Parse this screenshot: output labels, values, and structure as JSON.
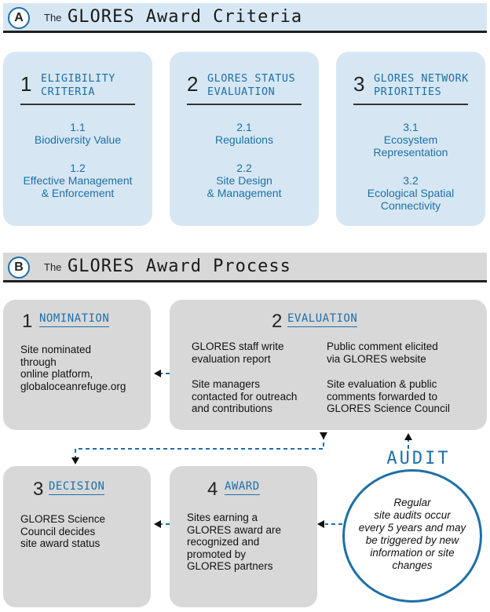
{
  "section_a": {
    "badge": "A",
    "prefix": "The",
    "title": "GLORES Award Criteria"
  },
  "criteria": [
    {
      "number": "1",
      "title_line1": "ELIGIBILITY",
      "title_line2": "CRITERIA",
      "items": [
        {
          "code": "1.1",
          "label_line1": "Biodiversity Value",
          "label_line2": ""
        },
        {
          "code": "1.2",
          "label_line1": "Effective Management",
          "label_line2": "& Enforcement"
        }
      ]
    },
    {
      "number": "2",
      "title_line1": "GLORES STATUS",
      "title_line2": "EVALUATION",
      "items": [
        {
          "code": "2.1",
          "label_line1": "Regulations",
          "label_line2": ""
        },
        {
          "code": "2.2",
          "label_line1": "Site Design",
          "label_line2": "& Management"
        }
      ]
    },
    {
      "number": "3",
      "title_line1": "GLORES NETWORK",
      "title_line2": "PRIORITIES",
      "items": [
        {
          "code": "3.1",
          "label_line1": "Ecosystem",
          "label_line2": "Representation"
        },
        {
          "code": "3.2",
          "label_line1": "Ecological Spatial",
          "label_line2": "Connectivity"
        }
      ]
    }
  ],
  "section_b": {
    "badge": "B",
    "prefix": "The",
    "title": "GLORES Award Process"
  },
  "process": {
    "nomination": {
      "number": "1",
      "title": "NOMINATION",
      "text": "Site nominated\nthrough\nonline platform,\nglobaloceanrefuge.org"
    },
    "evaluation": {
      "number": "2",
      "title": "EVALUATION",
      "col1_a": "GLORES staff write\nevaluation report",
      "col1_b": "Site managers\ncontacted for outreach\nand contributions",
      "col2_a": "Public comment elicited\nvia GLORES website",
      "col2_b": "Site evaluation & public\ncomments forwarded to\nGLORES Science Council"
    },
    "decision": {
      "number": "3",
      "title": "DECISION",
      "text": "GLORES Science\nCouncil decides\nsite award status"
    },
    "award": {
      "number": "4",
      "title": "AWARD",
      "text": "Sites earning a\nGLORES award are\nrecognized and\npromoted by\nGLORES partners"
    }
  },
  "audit": {
    "label": "AUDIT",
    "text": "Regular\nsite audits occur\nevery 5 years and may\nbe triggered by new\ninformation or site\nchanges"
  },
  "colors": {
    "accent_blue": "#1e6fa8",
    "criteria_bg": "#d6e7f3",
    "process_bg": "#d8d8d8"
  }
}
